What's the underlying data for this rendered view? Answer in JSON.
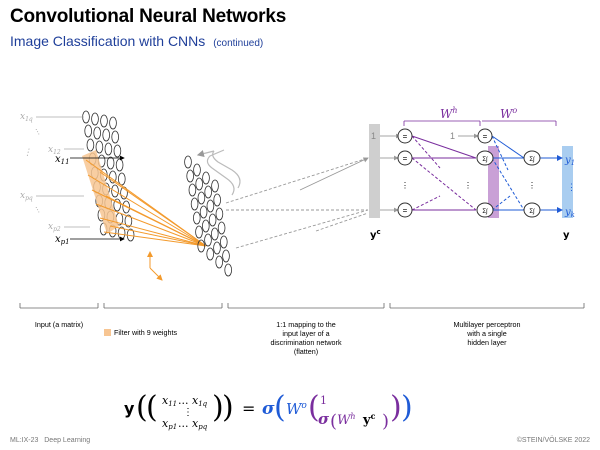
{
  "header": {
    "title": "Convolutional Neural Networks",
    "subtitle": "Image Classification with CNNs",
    "subtitle_note": "(continued)"
  },
  "diagram": {
    "input_labels": {
      "x1q": "x",
      "x1q_sub": "1q",
      "x12": "x",
      "x12_sub": "12",
      "x11": "x",
      "x11_sub": "11",
      "xpq": "x",
      "xpq_sub": "pq",
      "xp2": "x",
      "xp2_sub": "p2",
      "xp1": "x",
      "xp1_sub": "p1",
      "vdots": "⋮",
      "dots": "···"
    },
    "mlp": {
      "wh_label": "W",
      "wh_sup": "h",
      "wo_label": "W",
      "wo_sup": "o",
      "bias_one_a": "1",
      "bias_one_b": "1",
      "eq": "=",
      "sigma": "Σ∫",
      "yc": "y",
      "yc_sup": "c",
      "y": "y",
      "y1": "y",
      "y1_sub": "1",
      "yk": "y",
      "yk_sub": "k"
    },
    "colors": {
      "orange": "#f39a2c",
      "filter_fill": "#f7c592",
      "purple": "#7a2e9e",
      "purple_bar": "#c9a0d6",
      "blue": "#1f5bd6",
      "blue_bar": "#a9cdf0",
      "gray_bar": "#cfcfcf",
      "gray": "#999999"
    }
  },
  "captions": {
    "input": "Input (a matrix)",
    "filter": "Filter with 9 weights",
    "mapping_1": "1:1 mapping to the",
    "mapping_2": "input layer of a",
    "mapping_3": "discrimination network",
    "mapping_4": "(flatten)",
    "mlp_1": "Multilayer perceptron",
    "mlp_2": "with a single",
    "mlp_3": "hidden layer"
  },
  "formula": {
    "y": "y",
    "eq": "=",
    "sigma": "σ",
    "x11": "x",
    "x11_sub": "11",
    "x1q": "x",
    "x1q_sub": "1q",
    "xp1": "x",
    "xp1_sub": "p1",
    "xpq": "x",
    "xpq_sub": "pq",
    "dots": "...",
    "vdots": "⋮",
    "wo": "W",
    "wo_sup": "o",
    "one": "1",
    "wh": "W",
    "wh_sup": "h",
    "yc": "y",
    "yc_sup": "c"
  },
  "footer": {
    "left_code": "ML:IX-23",
    "left_topic": "Deep Learning",
    "right": "©STEIN/VÖLSKE 2022"
  }
}
